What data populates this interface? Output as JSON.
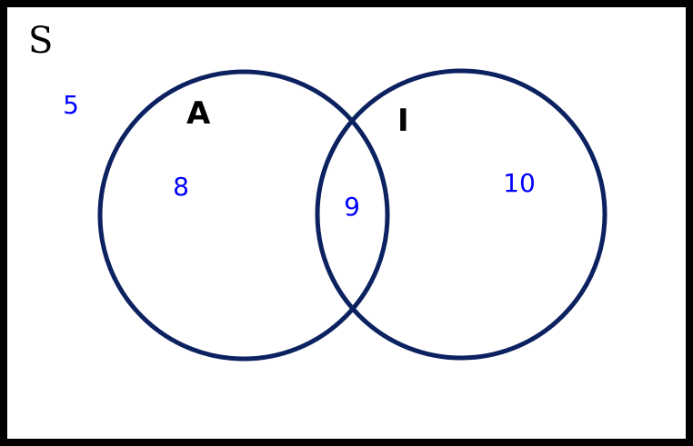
{
  "universe_label": "S",
  "sets": [
    {
      "label": "A"
    },
    {
      "label": "I"
    }
  ],
  "regions": {
    "outside": "5",
    "only_a": "8",
    "both": "9",
    "only_i": "10"
  },
  "colors": {
    "circle_stroke": "#0b2160",
    "count_text": "#0000ff",
    "label_text": "#000000",
    "frame": "#000000"
  }
}
